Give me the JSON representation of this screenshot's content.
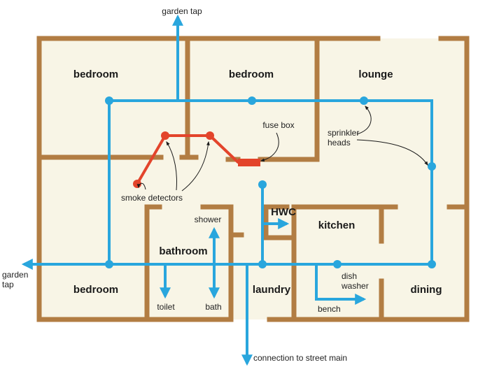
{
  "rooms": {
    "bedroom_top_left": "bedroom",
    "bedroom_top_mid": "bedroom",
    "lounge": "lounge",
    "bedroom_bottom": "bedroom",
    "bathroom": "bathroom",
    "laundry": "laundry",
    "kitchen": "kitchen",
    "dining": "dining",
    "hwc": "HWC"
  },
  "labels": {
    "garden_tap_top": "garden tap",
    "garden_tap_left_1": "garden",
    "garden_tap_left_2": "tap",
    "fuse_box": "fuse box",
    "sprinkler_1": "sprinkler",
    "sprinkler_2": "heads",
    "smoke_detectors": "smoke detectors",
    "shower": "shower",
    "toilet": "toilet",
    "bath": "bath",
    "dish_1": "dish",
    "dish_2": "washer",
    "bench": "bench",
    "street_main": "connection to street main"
  },
  "colors": {
    "floor": "#f8f5e6",
    "wall": "#b27d43",
    "water_pipe": "#29a6dd",
    "smoke_circuit": "#e3442b",
    "fuse_box": "#e3442b",
    "text": "#1a1a1a"
  }
}
